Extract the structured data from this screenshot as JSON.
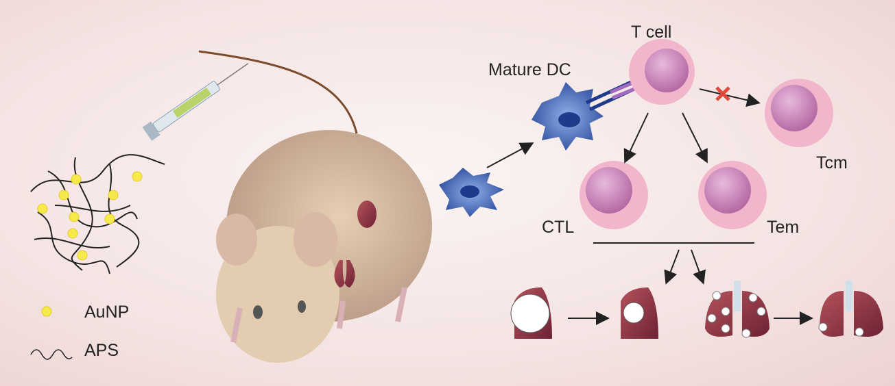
{
  "labels": {
    "t_cell": "T cell",
    "mature_dc": "Mature DC",
    "tcm": "Tcm",
    "ctl": "CTL",
    "tem": "Tem"
  },
  "legend": {
    "aunp": "AuNP",
    "aps": "APS"
  },
  "colors": {
    "cell_outer": "#f2b6cc",
    "cell_inner": "#c27bb0",
    "dc": "#3d5fb0",
    "organ": "#9a3b45",
    "aunp": "#f5ea4a",
    "blocked": "#e04a3a"
  }
}
